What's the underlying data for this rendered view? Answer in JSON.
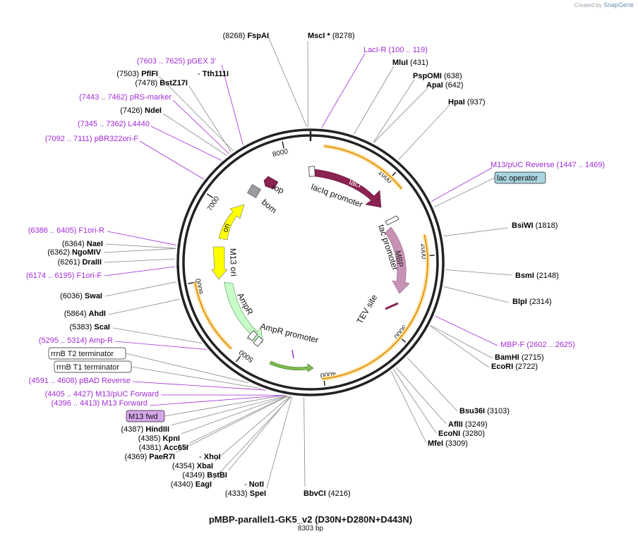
{
  "app": {
    "credit_prefix": "Created by",
    "credit_brand": "SnapGene"
  },
  "plasmid": {
    "name": "pMBP-parallel1-GK5_v2 (D30N+D280N+D443N)",
    "size_label": "8303 bp"
  },
  "ruler_ticks": [
    "1000",
    "2000",
    "3000",
    "4000",
    "5000",
    "6000",
    "7000",
    "8000"
  ],
  "colors": {
    "enzyme": "#000000",
    "primer": "#a12bd6",
    "lacI": "#8b2252",
    "MBP": "#c792b5",
    "AmpR": "#c8ffc8",
    "ori": "#ffff00",
    "rop": "#8b2252",
    "bom": "#9a9aa0",
    "orf": "#f5a623",
    "promoter": "#ffffff",
    "terminator_fill": "#ffffff",
    "lac_operator_fill": "#a8d4e0",
    "m13fwd_fill": "#d6a6ea"
  },
  "enzymes": [
    {
      "name": "FspAI",
      "pos": "(8268)"
    },
    {
      "name": "MscI *",
      "pos": "(8278)"
    },
    {
      "name": "MluI",
      "pos": "(431)"
    },
    {
      "name": "PspOMI",
      "pos": "(638)"
    },
    {
      "name": "ApaI",
      "pos": "(642)"
    },
    {
      "name": "HpaI",
      "pos": "(937)"
    },
    {
      "name": "BsiWI",
      "pos": "(1818)"
    },
    {
      "name": "BsmI",
      "pos": "(2148)"
    },
    {
      "name": "BlpI",
      "pos": "(2314)"
    },
    {
      "name": "BamHI",
      "pos": "(2715)"
    },
    {
      "name": "EcoRI",
      "pos": "(2722)"
    },
    {
      "name": "Bsu36I",
      "pos": "(3103)"
    },
    {
      "name": "AflII",
      "pos": "(3249)"
    },
    {
      "name": "EcoNI",
      "pos": "(3280)"
    },
    {
      "name": "MfeI",
      "pos": "(3309)"
    },
    {
      "name": "BbvCI",
      "pos": "(4216)"
    },
    {
      "name": "SpeI",
      "pos": "(4333)"
    },
    {
      "name": "EagI",
      "pos": "(4340)",
      "extra": "NotI"
    },
    {
      "name": "BstBI",
      "pos": "(4349)"
    },
    {
      "name": "XbaI",
      "pos": "(4354)"
    },
    {
      "name": "PaeR7I",
      "pos": "(4369)",
      "extra": "XhoI"
    },
    {
      "name": "Acc65I",
      "pos": "(4381)"
    },
    {
      "name": "KpnI",
      "pos": "(4385)"
    },
    {
      "name": "HindIII",
      "pos": "(4387)"
    },
    {
      "name": "ScaI",
      "pos": "(5383)"
    },
    {
      "name": "AhdI",
      "pos": "(5864)"
    },
    {
      "name": "SwaI",
      "pos": "(6036)"
    },
    {
      "name": "DraIII",
      "pos": "(6261)"
    },
    {
      "name": "NgoMIV",
      "pos": "(6362)"
    },
    {
      "name": "NaeI",
      "pos": "(6364)"
    },
    {
      "name": "NdeI",
      "pos": "(7426)"
    },
    {
      "name": "BstZ17I",
      "pos": "(7478)"
    },
    {
      "name": "PflFI",
      "pos": "(7503)",
      "extra": "Tth111I"
    }
  ],
  "primers": [
    {
      "name": "LacI-R",
      "range": "(100 .. 119)"
    },
    {
      "name": "M13/pUC Reverse",
      "range": "(1447 .. 1469)"
    },
    {
      "name": "MBP-F",
      "range": "(2602 .. 2625)"
    },
    {
      "name": "pBAD Reverse",
      "range": "(4591 .. 4608)"
    },
    {
      "name": "M13/pUC Forward",
      "range": "(4405 .. 4427)"
    },
    {
      "name": "M13 Forward",
      "range": "(4396 .. 4413)"
    },
    {
      "name": "Amp-R",
      "range": "(5295 .. 5314)"
    },
    {
      "name": "F1ori-F",
      "range": "(6174 .. 6195)"
    },
    {
      "name": "F1ori-R",
      "range": "(6386 .. 6405)"
    },
    {
      "name": "pBR322ori-F",
      "range": "(7092 .. 7111)"
    },
    {
      "name": "L4440",
      "range": "(7345 .. 7362)"
    },
    {
      "name": "pRS-marker",
      "range": "(7443 .. 7462)"
    },
    {
      "name": "pGEX 3'",
      "range": "(7603 .. 7625)"
    }
  ],
  "boxed_features": {
    "lac_operator": "lac operator",
    "rrnB_T2": "rrnB T2 terminator",
    "rrnB_T1": "rrnB T1 terminator",
    "M13_fwd": "M13 fwd"
  },
  "inner_features": {
    "lacI": "lacI",
    "lacIq_promoter": "lacIq promoter",
    "tac_promoter": "tac promoter",
    "MBP": "MBP",
    "TEV_site": "TEV site",
    "AmpR_promoter": "AmpR promoter",
    "AmpR": "AmpR",
    "M13_ori": "M13 ori",
    "ori": "ori",
    "bom": "bom",
    "rop": "rop"
  }
}
